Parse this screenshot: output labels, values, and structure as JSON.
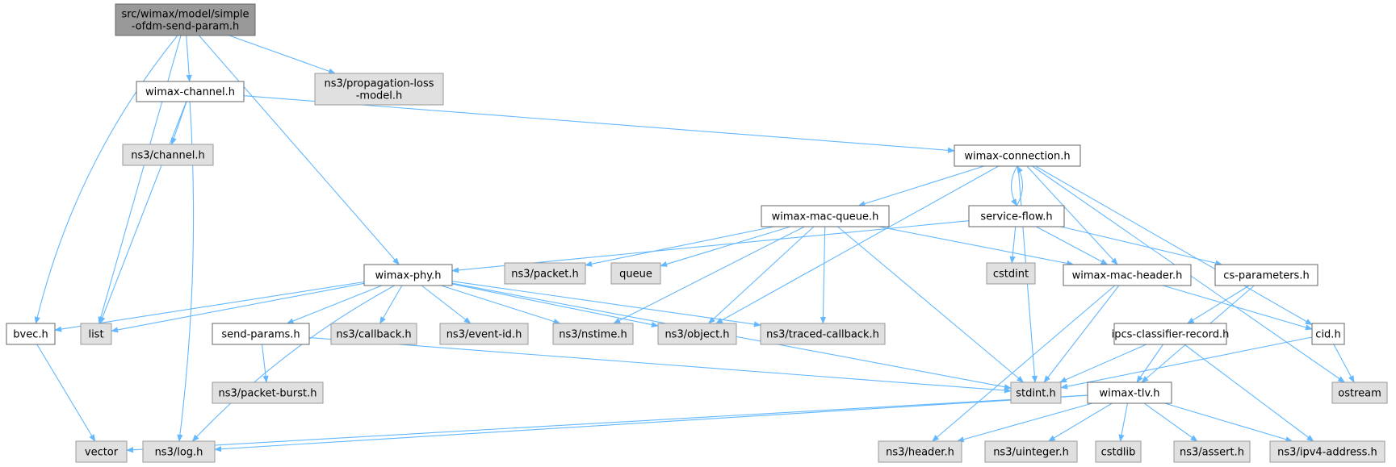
{
  "colors": {
    "root_fill": "#999999",
    "root_stroke": "#666666",
    "local_fill": "#ffffff",
    "local_stroke": "#666666",
    "external_fill": "#e0e0e0",
    "external_stroke": "#999999",
    "edge": "#63b8ff"
  },
  "nodes": [
    {
      "id": "root",
      "kind": "root",
      "lines": [
        "src/wimax/model/simple",
        "-ofdm-send-param.h"
      ]
    },
    {
      "id": "wimax-channel",
      "kind": "local",
      "lines": [
        "wimax-channel.h"
      ]
    },
    {
      "id": "propagation-loss",
      "kind": "external",
      "lines": [
        "ns3/propagation-loss",
        "-model.h"
      ]
    },
    {
      "id": "channel",
      "kind": "external",
      "lines": [
        "ns3/channel.h"
      ]
    },
    {
      "id": "wimax-connection",
      "kind": "local",
      "lines": [
        "wimax-connection.h"
      ]
    },
    {
      "id": "wimax-mac-queue",
      "kind": "local",
      "lines": [
        "wimax-mac-queue.h"
      ]
    },
    {
      "id": "service-flow",
      "kind": "local",
      "lines": [
        "service-flow.h"
      ]
    },
    {
      "id": "wimax-phy",
      "kind": "local",
      "lines": [
        "wimax-phy.h"
      ]
    },
    {
      "id": "packet",
      "kind": "external",
      "lines": [
        "ns3/packet.h"
      ]
    },
    {
      "id": "queue",
      "kind": "external",
      "lines": [
        "queue"
      ]
    },
    {
      "id": "cstdint",
      "kind": "external",
      "lines": [
        "cstdint"
      ]
    },
    {
      "id": "wimax-mac-header",
      "kind": "local",
      "lines": [
        "wimax-mac-header.h"
      ]
    },
    {
      "id": "cs-parameters",
      "kind": "local",
      "lines": [
        "cs-parameters.h"
      ]
    },
    {
      "id": "bvec",
      "kind": "local",
      "lines": [
        "bvec.h"
      ]
    },
    {
      "id": "list",
      "kind": "external",
      "lines": [
        "list"
      ]
    },
    {
      "id": "send-params",
      "kind": "local",
      "lines": [
        "send-params.h"
      ]
    },
    {
      "id": "callback",
      "kind": "external",
      "lines": [
        "ns3/callback.h"
      ]
    },
    {
      "id": "event-id",
      "kind": "external",
      "lines": [
        "ns3/event-id.h"
      ]
    },
    {
      "id": "nstime",
      "kind": "external",
      "lines": [
        "ns3/nstime.h"
      ]
    },
    {
      "id": "object",
      "kind": "external",
      "lines": [
        "ns3/object.h"
      ]
    },
    {
      "id": "traced-callback",
      "kind": "external",
      "lines": [
        "ns3/traced-callback.h"
      ]
    },
    {
      "id": "ipcs-classifier-record",
      "kind": "local",
      "lines": [
        "ipcs-classifier-record.h"
      ]
    },
    {
      "id": "cid",
      "kind": "local",
      "lines": [
        "cid.h"
      ]
    },
    {
      "id": "packet-burst",
      "kind": "external",
      "lines": [
        "ns3/packet-burst.h"
      ]
    },
    {
      "id": "stdint",
      "kind": "external",
      "lines": [
        "stdint.h"
      ]
    },
    {
      "id": "wimax-tlv",
      "kind": "local",
      "lines": [
        "wimax-tlv.h"
      ]
    },
    {
      "id": "ostream",
      "kind": "external",
      "lines": [
        "ostream"
      ]
    },
    {
      "id": "vector",
      "kind": "external",
      "lines": [
        "vector"
      ]
    },
    {
      "id": "log",
      "kind": "external",
      "lines": [
        "ns3/log.h"
      ]
    },
    {
      "id": "header",
      "kind": "external",
      "lines": [
        "ns3/header.h"
      ]
    },
    {
      "id": "uinteger",
      "kind": "external",
      "lines": [
        "ns3/uinteger.h"
      ]
    },
    {
      "id": "cstdlib",
      "kind": "external",
      "lines": [
        "cstdlib"
      ]
    },
    {
      "id": "assert",
      "kind": "external",
      "lines": [
        "ns3/assert.h"
      ]
    },
    {
      "id": "ipv4-address",
      "kind": "external",
      "lines": [
        "ns3/ipv4-address.h"
      ]
    }
  ],
  "edges": [
    [
      "root",
      "bvec"
    ],
    [
      "root",
      "list"
    ],
    [
      "root",
      "wimax-channel"
    ],
    [
      "root",
      "wimax-phy"
    ],
    [
      "root",
      "propagation-loss"
    ],
    [
      "wimax-channel",
      "list"
    ],
    [
      "wimax-channel",
      "channel"
    ],
    [
      "wimax-channel",
      "log"
    ],
    [
      "wimax-channel",
      "wimax-connection"
    ],
    [
      "wimax-connection",
      "object"
    ],
    [
      "wimax-connection",
      "wimax-mac-queue"
    ],
    [
      "wimax-connection",
      "service-flow"
    ],
    [
      "wimax-connection",
      "stdint"
    ],
    [
      "wimax-connection",
      "wimax-mac-header"
    ],
    [
      "wimax-connection",
      "cid"
    ],
    [
      "wimax-connection",
      "ostream"
    ],
    [
      "service-flow",
      "wimax-connection"
    ],
    [
      "service-flow",
      "wimax-phy"
    ],
    [
      "service-flow",
      "cstdint"
    ],
    [
      "service-flow",
      "wimax-mac-header"
    ],
    [
      "service-flow",
      "cs-parameters"
    ],
    [
      "wimax-mac-queue",
      "packet"
    ],
    [
      "wimax-mac-queue",
      "queue"
    ],
    [
      "wimax-mac-queue",
      "wimax-mac-header"
    ],
    [
      "wimax-mac-queue",
      "nstime"
    ],
    [
      "wimax-mac-queue",
      "object"
    ],
    [
      "wimax-mac-queue",
      "traced-callback"
    ],
    [
      "wimax-mac-queue",
      "stdint"
    ],
    [
      "wimax-phy",
      "bvec"
    ],
    [
      "wimax-phy",
      "list"
    ],
    [
      "wimax-phy",
      "send-params"
    ],
    [
      "wimax-phy",
      "callback"
    ],
    [
      "wimax-phy",
      "event-id"
    ],
    [
      "wimax-phy",
      "nstime"
    ],
    [
      "wimax-phy",
      "object"
    ],
    [
      "wimax-phy",
      "traced-callback"
    ],
    [
      "wimax-phy",
      "log"
    ],
    [
      "wimax-phy",
      "stdint"
    ],
    [
      "send-params",
      "packet-burst"
    ],
    [
      "send-params",
      "stdint"
    ],
    [
      "bvec",
      "vector"
    ],
    [
      "wimax-mac-header",
      "header"
    ],
    [
      "wimax-mac-header",
      "stdint"
    ],
    [
      "wimax-mac-header",
      "cid"
    ],
    [
      "cs-parameters",
      "ipcs-classifier-record"
    ],
    [
      "cs-parameters",
      "wimax-tlv"
    ],
    [
      "ipcs-classifier-record",
      "stdint"
    ],
    [
      "ipcs-classifier-record",
      "wimax-tlv"
    ],
    [
      "ipcs-classifier-record",
      "ipv4-address"
    ],
    [
      "cid",
      "stdint"
    ],
    [
      "cid",
      "ostream"
    ],
    [
      "wimax-tlv",
      "vector"
    ],
    [
      "wimax-tlv",
      "log"
    ],
    [
      "wimax-tlv",
      "header"
    ],
    [
      "wimax-tlv",
      "uinteger"
    ],
    [
      "wimax-tlv",
      "cstdlib"
    ],
    [
      "wimax-tlv",
      "assert"
    ],
    [
      "wimax-tlv",
      "ipv4-address"
    ]
  ]
}
